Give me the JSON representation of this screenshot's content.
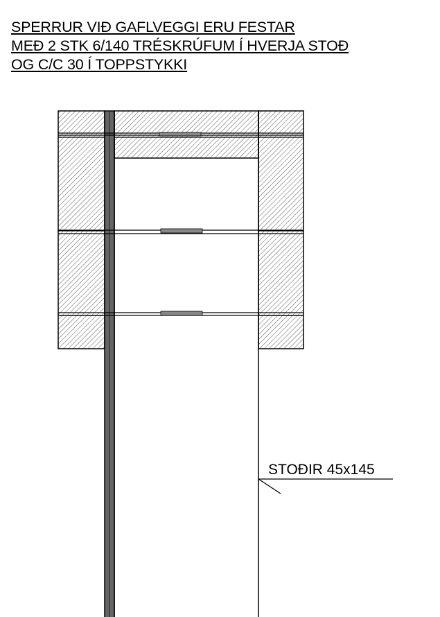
{
  "note": {
    "lines": [
      "SPERRUR VIÐ GAFLVEGGI ERU FESTAR",
      "MEÐ 2 STK 6/140 TRÉSKRÚFUM Í HVERJA STOÐ",
      "OG C/C 30 Í TOPPSTYKKI"
    ]
  },
  "callout": {
    "label": "STOÐIR 45x145"
  },
  "colors": {
    "line": "#000000",
    "hatch": "#555555",
    "post": "#666666",
    "background": "#ffffff"
  }
}
